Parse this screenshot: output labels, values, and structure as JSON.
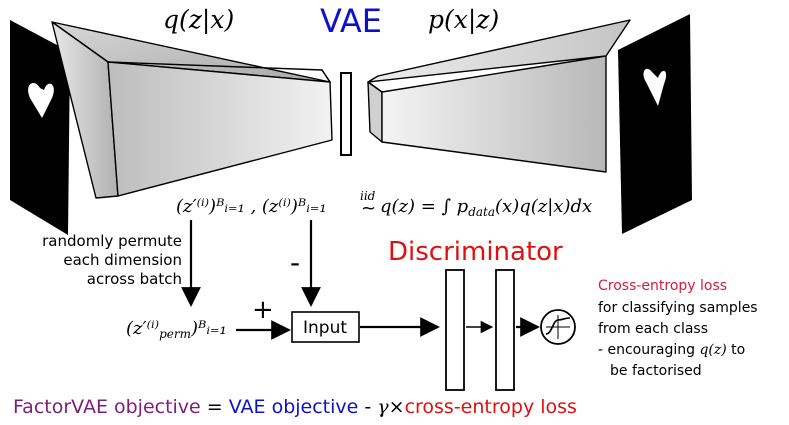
{
  "vae": {
    "title": "VAE",
    "encoder_label": "q(z|x)",
    "decoder_label": "p(x|z)"
  },
  "sampling": {
    "formula_left": "(z′⁽ⁱ⁾)ᴮᵢ₌₁ , (z⁽ⁱ⁾)ᴮᵢ₌₁",
    "iid": "iid",
    "tilde": "~",
    "formula_right": "q(z) = ∫ p",
    "formula_data": "data",
    "formula_tail": "(x)q(z|x)dx"
  },
  "permute": {
    "lines": [
      "randomly permute",
      "each dimension",
      "across batch"
    ],
    "result": "(z′⁽ⁱ⁾",
    "result_sub": "perm",
    "result_tail": ")ᴮᵢ₌₁"
  },
  "signs": {
    "plus": "+",
    "minus": "-"
  },
  "input_box": {
    "label": "Input"
  },
  "discriminator": {
    "title": "Discriminator"
  },
  "loss": {
    "title": "Cross-entropy loss",
    "lines": [
      "for classifying samples",
      "from each class",
      "- encouraging ",
      "be factorised"
    ],
    "qz": "q(z)",
    "to": " to"
  },
  "objective": {
    "factorvae": "FactorVAE objective",
    "equals": " = ",
    "vae": "VAE objective",
    "minus": " - ",
    "gamma": "γ",
    "times": "×",
    "ce": "cross-entropy loss"
  },
  "colors": {
    "blue": "#1010cc",
    "red": "#e01010",
    "crimson": "#d81b40",
    "purple": "#7a1f7a",
    "black": "#000000"
  }
}
